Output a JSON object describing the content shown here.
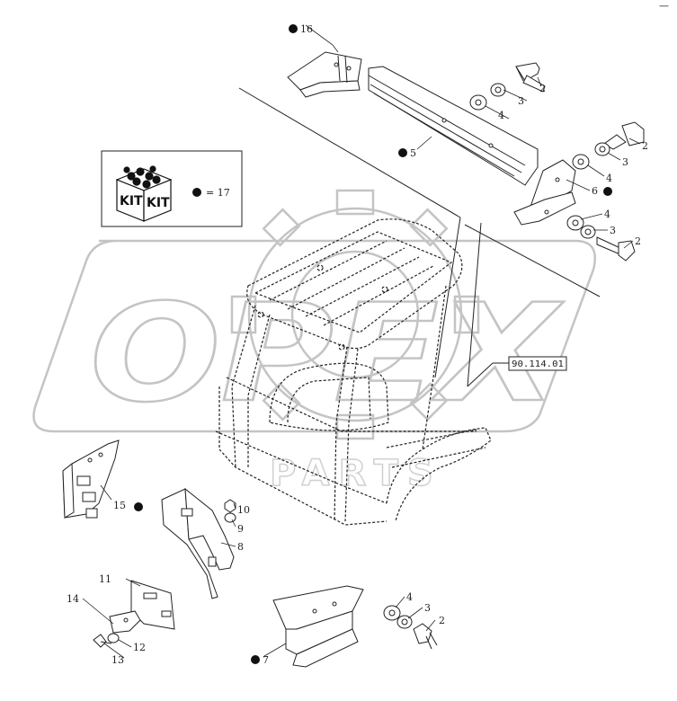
{
  "watermark": {
    "brand_text": "OPEX",
    "brand_subtext": "PARTS"
  },
  "kit_box": {
    "icon_label_left": "KIT",
    "icon_label_right": "KIT",
    "legend_text": "= 17"
  },
  "reference_tag": {
    "text": "90.114.01"
  },
  "corner_mark": "—",
  "callouts": {
    "c16": "16",
    "c5": "5",
    "c4a": "4",
    "c3a": "3",
    "c2a": "2",
    "c2b": "2",
    "c3b": "3",
    "c4b": "4",
    "c6": "6",
    "c4c": "4",
    "c3c": "3",
    "c2c": "2",
    "c15": "15",
    "c10": "10",
    "c9": "9",
    "c8": "8",
    "c11": "11",
    "c14": "14",
    "c12": "12",
    "c13": "13",
    "c7": "7",
    "c4d": "4",
    "c3d": "3",
    "c2d": "2"
  },
  "colors": {
    "line": "#222222",
    "watermark": "#c4c4c4",
    "dot": "#111111"
  }
}
